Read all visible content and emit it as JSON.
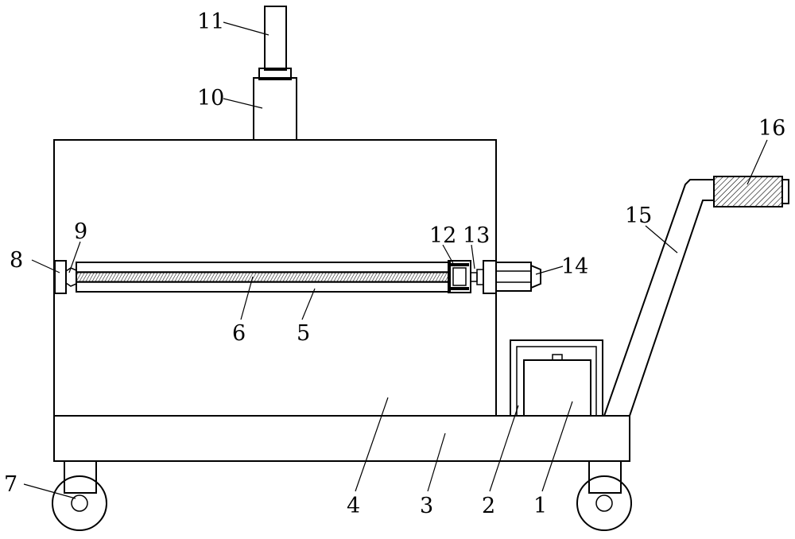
{
  "labels": {
    "n1": "1",
    "n2": "2",
    "n3": "3",
    "n4": "4",
    "n5": "5",
    "n6": "6",
    "n7": "7",
    "n8": "8",
    "n9": "9",
    "n10": "10",
    "n11": "11",
    "n12": "12",
    "n13": "13",
    "n14": "14",
    "n15": "15",
    "n16": "16"
  },
  "colors": {
    "line": "#000000",
    "background": "#ffffff"
  }
}
